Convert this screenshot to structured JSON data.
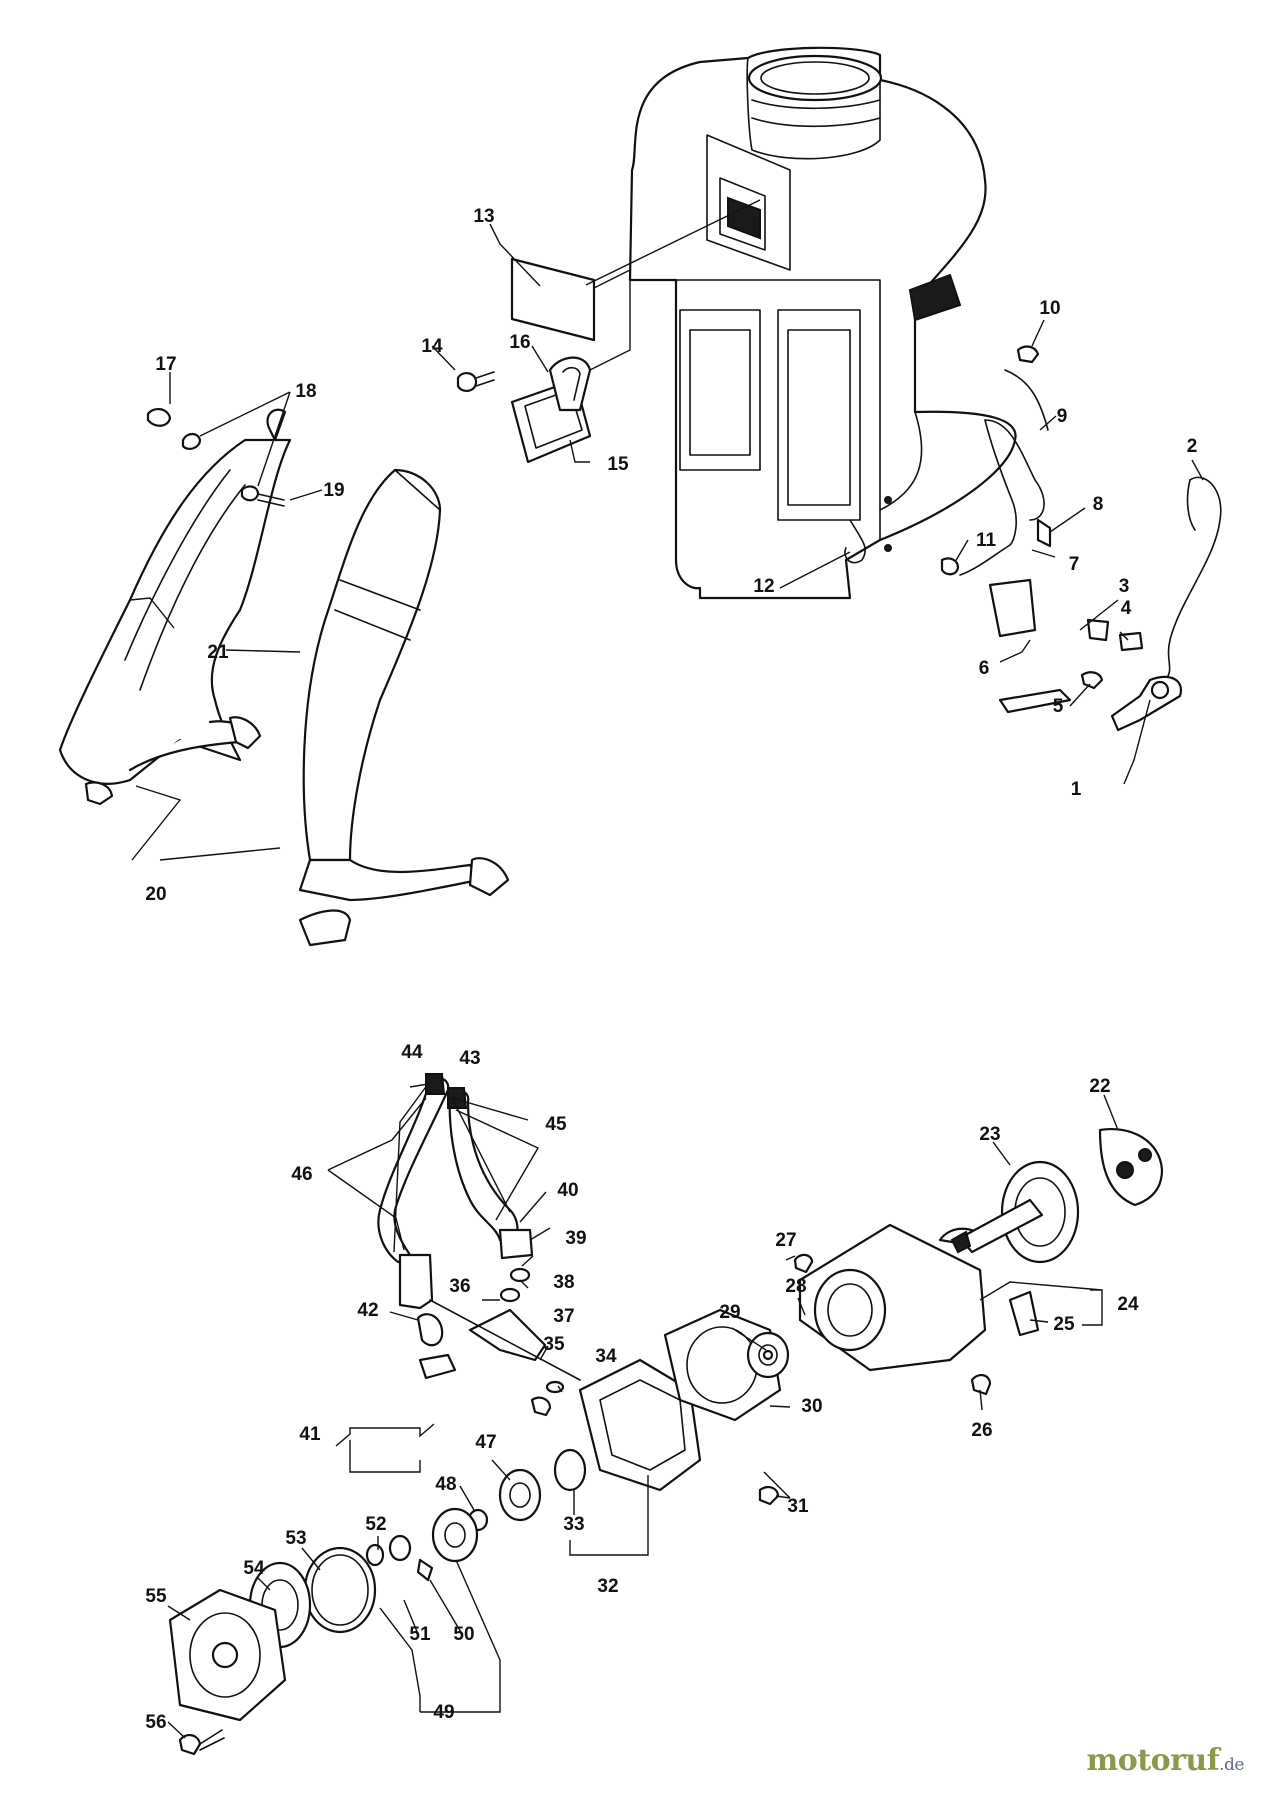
{
  "diagram": {
    "callouts": [
      "1",
      "2",
      "3",
      "4",
      "5",
      "6",
      "7",
      "8",
      "9",
      "10",
      "11",
      "12",
      "13",
      "14",
      "15",
      "16",
      "17",
      "18",
      "19",
      "20",
      "21",
      "22",
      "23",
      "24",
      "25",
      "26",
      "27",
      "28",
      "29",
      "30",
      "31",
      "32",
      "33",
      "34",
      "35",
      "36",
      "37",
      "38",
      "39",
      "40",
      "41",
      "42",
      "43",
      "44",
      "45",
      "46",
      "47",
      "48",
      "49",
      "50",
      "51",
      "52",
      "53",
      "54",
      "55",
      "56"
    ]
  },
  "watermark": {
    "brand": "motoruf",
    "tld": ".de",
    "brand_color": "#8a9a4a"
  }
}
